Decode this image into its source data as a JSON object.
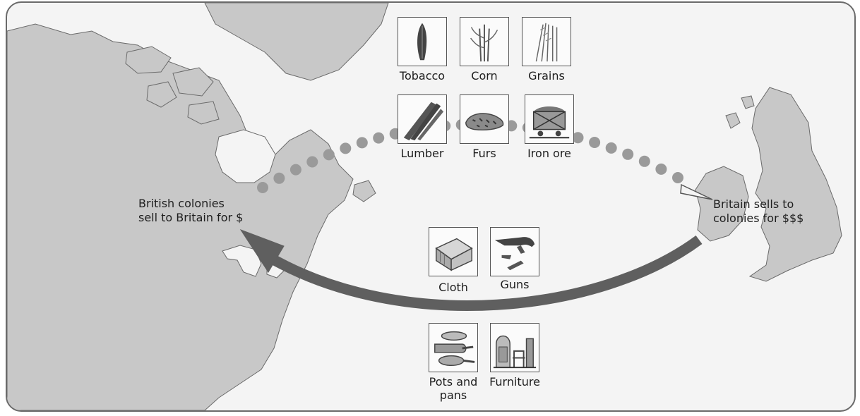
{
  "colonies_label": {
    "line1": "British colonies",
    "line2": "sell to Britain for $"
  },
  "britain_label": {
    "line1": "Britain sells to",
    "line2": "colonies for $$$"
  },
  "exports": [
    {
      "name": "Tobacco",
      "icon": "tobacco-icon"
    },
    {
      "name": "Corn",
      "icon": "corn-icon"
    },
    {
      "name": "Grains",
      "icon": "grains-icon"
    },
    {
      "name": "Lumber",
      "icon": "lumber-icon"
    },
    {
      "name": "Furs",
      "icon": "furs-icon"
    },
    {
      "name": "Iron ore",
      "icon": "iron-ore-icon"
    }
  ],
  "imports": [
    {
      "name": "Cloth",
      "icon": "cloth-icon"
    },
    {
      "name": "Guns",
      "icon": "guns-icon"
    },
    {
      "name": "Pots and",
      "name2": "pans",
      "icon": "pots-and-pans-icon"
    },
    {
      "name": "Furniture",
      "icon": "furniture-icon"
    }
  ],
  "colors": {
    "land": "#c8c8c8",
    "coast": "#6a6a6a",
    "dots": "#9a9a9a",
    "arrow": "#5f5f5f",
    "background": "#f4f4f4"
  }
}
